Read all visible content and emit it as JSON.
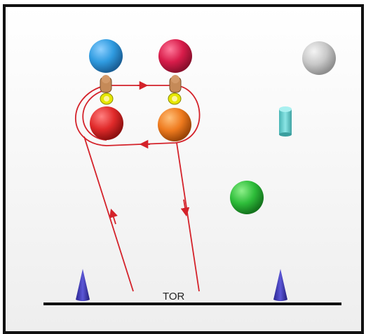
{
  "diagram": {
    "goal_label": "TOR",
    "colors": {
      "frame": "#111111",
      "goal_line": "#111111",
      "path": "#d4222a",
      "cone": "#3a35b0",
      "player_skin": "#c58a58",
      "marker_ring": "#e6e600"
    },
    "balls": [
      {
        "name": "blue-ball",
        "color": "#2f9be0"
      },
      {
        "name": "crimson-ball",
        "color": "#d81c4a"
      },
      {
        "name": "gray-ball",
        "color": "#c8c8c8"
      },
      {
        "name": "red-ball",
        "color": "#e02a2a"
      },
      {
        "name": "orange-ball",
        "color": "#ee7a1e"
      },
      {
        "name": "green-ball",
        "color": "#2ebd3a"
      }
    ],
    "pole": {
      "color": "#6fd3d3"
    }
  }
}
